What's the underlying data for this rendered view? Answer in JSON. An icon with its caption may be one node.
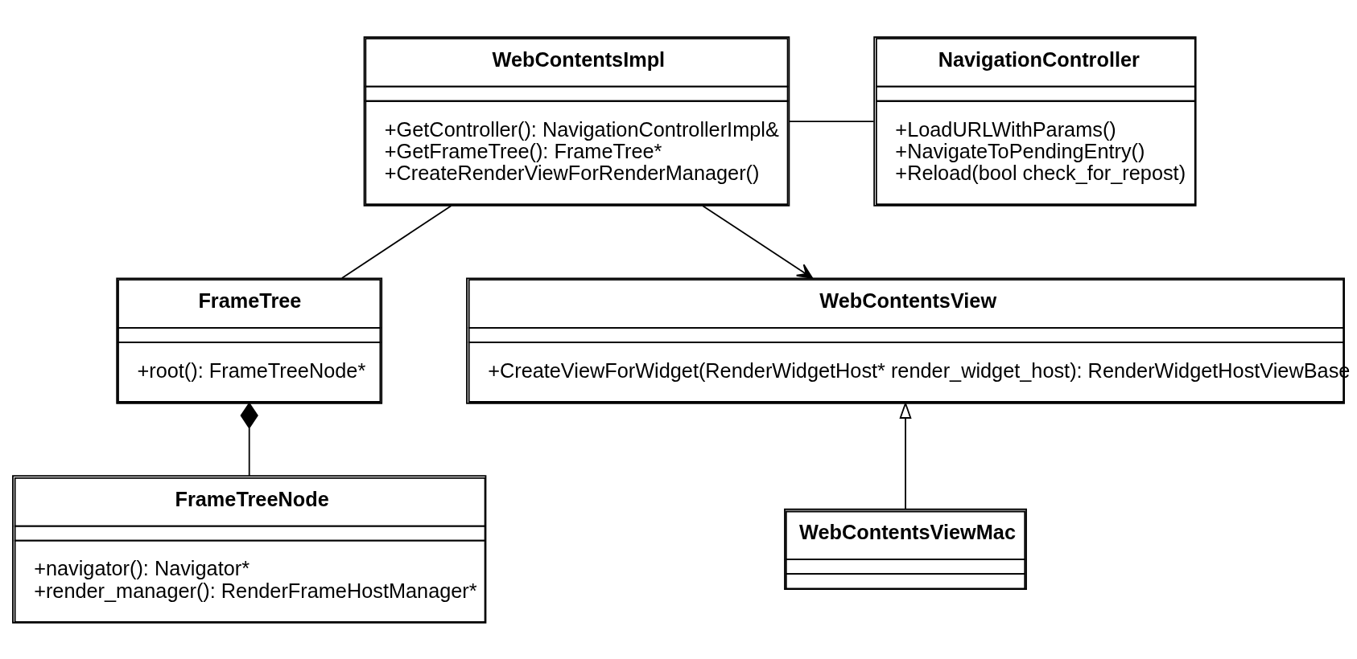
{
  "diagram": {
    "nodes": [
      {
        "text": [
          "WebContentsImpl",
          "+GetController(): NavigationControllerImpl&",
          "+GetFrameTree(): FrameTree*",
          "+CreateRenderViewForRenderManager()"
        ]
      },
      {
        "text": [
          "NavigationController",
          "+LoadURLWithParams()",
          "+NavigateToPendingEntry()",
          "+Reload(bool check_for_repost)"
        ]
      },
      {
        "text": [
          "FrameTree",
          "+root(): FrameTreeNode*"
        ]
      },
      {
        "text": [
          "WebContentsView",
          "+CreateViewForWidget(RenderWidgetHost* render_widget_host): RenderWidgetHostViewBase"
        ]
      },
      {
        "text": [
          "FrameTreeNode",
          "+navigator(): Navigator*",
          "+render_manager(): RenderFrameHostManager*"
        ]
      },
      {
        "text": [
          "WebContentsViewMac"
        ]
      }
    ],
    "edges": [
      {
        "from": 0,
        "to": 1,
        "arrow": "none"
      },
      {
        "from": 0,
        "to": 3,
        "arrow": "to"
      },
      {
        "from": 0,
        "to": 2,
        "arrow": "none"
      },
      {
        "from": 4,
        "to": 2,
        "arrow": "other"
      },
      {
        "from": 5,
        "to": 3,
        "arrow": "to"
      }
    ]
  }
}
